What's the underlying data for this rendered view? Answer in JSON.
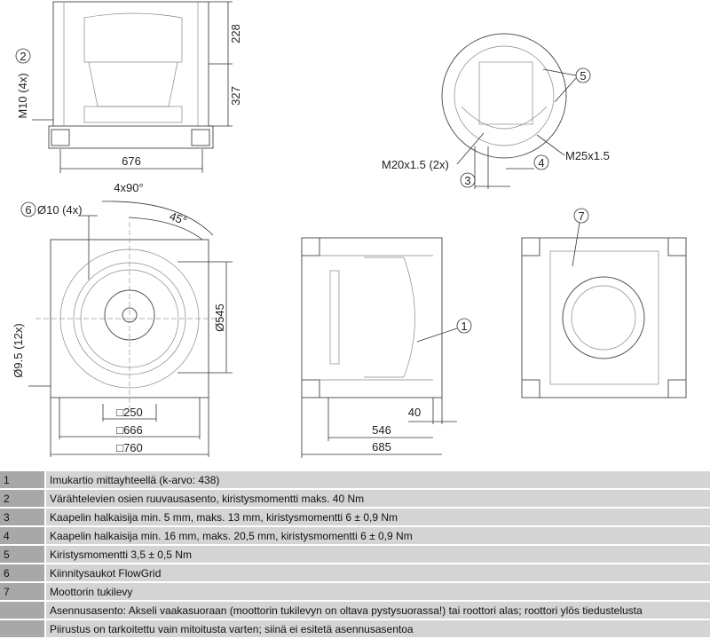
{
  "drawing": {
    "top_side_view": {
      "dim_height_upper": "228",
      "dim_height_lower": "327",
      "dim_width": "676",
      "callout": "2",
      "label": "M10 (4x)"
    },
    "motor_view": {
      "callout_5": "5",
      "label_m20": "M20x1.5 (2x)",
      "callout_3": "3",
      "callout_4": "4",
      "label_m25": "M25x1.5"
    },
    "front_view": {
      "angle_total": "4x90°",
      "angle": "45°",
      "callout": "6",
      "hole_label": "Ø10 (4x)",
      "side_holes": "Ø9.5 (12x)",
      "diameter": "Ø545",
      "sq1": "□250",
      "sq2": "□666",
      "sq3": "□760"
    },
    "side_view": {
      "callout": "1",
      "dim_40": "40",
      "dim_546": "546",
      "dim_685": "685"
    },
    "rear_view": {
      "callout": "7"
    }
  },
  "legend": [
    {
      "num": "1",
      "text": "Imukartio mittayhteellä (k-arvo: 438)"
    },
    {
      "num": "2",
      "text": "Värähtelevien osien ruuvausasento, kiristysmomentti maks. 40 Nm"
    },
    {
      "num": "3",
      "text": "Kaapelin halkaisija min. 5 mm, maks. 13 mm, kiristysmomentti 6 ± 0,9 Nm"
    },
    {
      "num": "4",
      "text": "Kaapelin halkaisija min. 16 mm, maks. 20,5 mm, kiristysmomentti 6 ± 0,9 Nm"
    },
    {
      "num": "5",
      "text": "Kiristysmomentti 3,5 ± 0,5 Nm"
    },
    {
      "num": "6",
      "text": "Kiinnitysaukot FlowGrid"
    },
    {
      "num": "7",
      "text": "Moottorin tukilevy"
    },
    {
      "num": "",
      "text": "Asennusasento: Akseli vaakasuoraan (moottorin tukilevyn on oltava pystysuorassa!) tai roottori alas; roottori ylös tiedustelusta"
    },
    {
      "num": "",
      "text": "Piirustus on tarkoitettu vain mitoitusta varten; siinä ei esitetä asennusasentoa"
    }
  ]
}
